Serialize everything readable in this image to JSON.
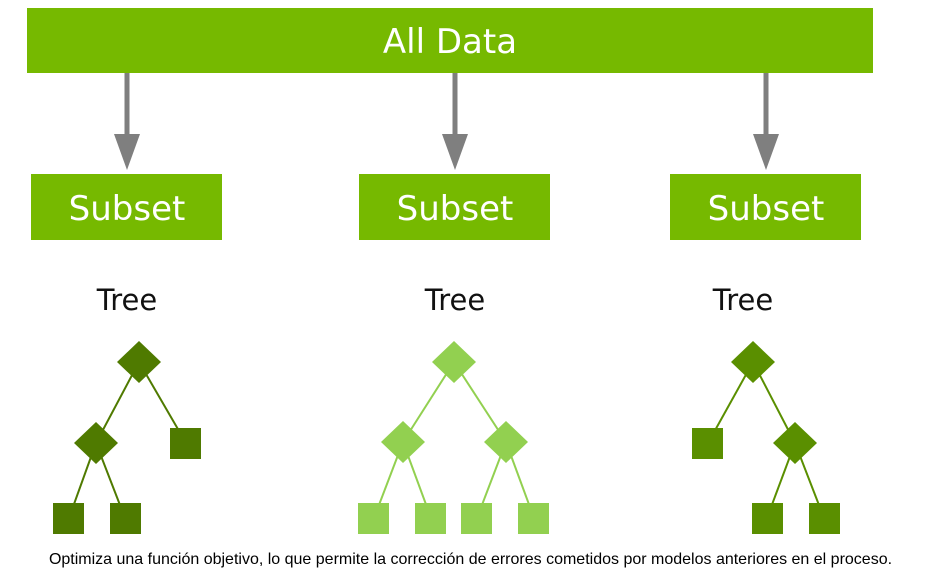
{
  "diagram": {
    "top_box": {
      "label": "All Data"
    },
    "subsets": [
      {
        "label": "Subset"
      },
      {
        "label": "Subset"
      },
      {
        "label": "Subset"
      }
    ],
    "trees": [
      {
        "label": "Tree",
        "color": "#4f7a00"
      },
      {
        "label": "Tree",
        "color": "#92d050"
      },
      {
        "label": "Tree",
        "color": "#5a8f00"
      }
    ],
    "colors": {
      "box_fill": "#76b900",
      "arrow": "#7f7f7f",
      "box_text": "#ffffff"
    }
  },
  "caption": "Optimiza una función objetivo, lo que permite la corrección de errores cometidos por modelos anteriores en el proceso."
}
